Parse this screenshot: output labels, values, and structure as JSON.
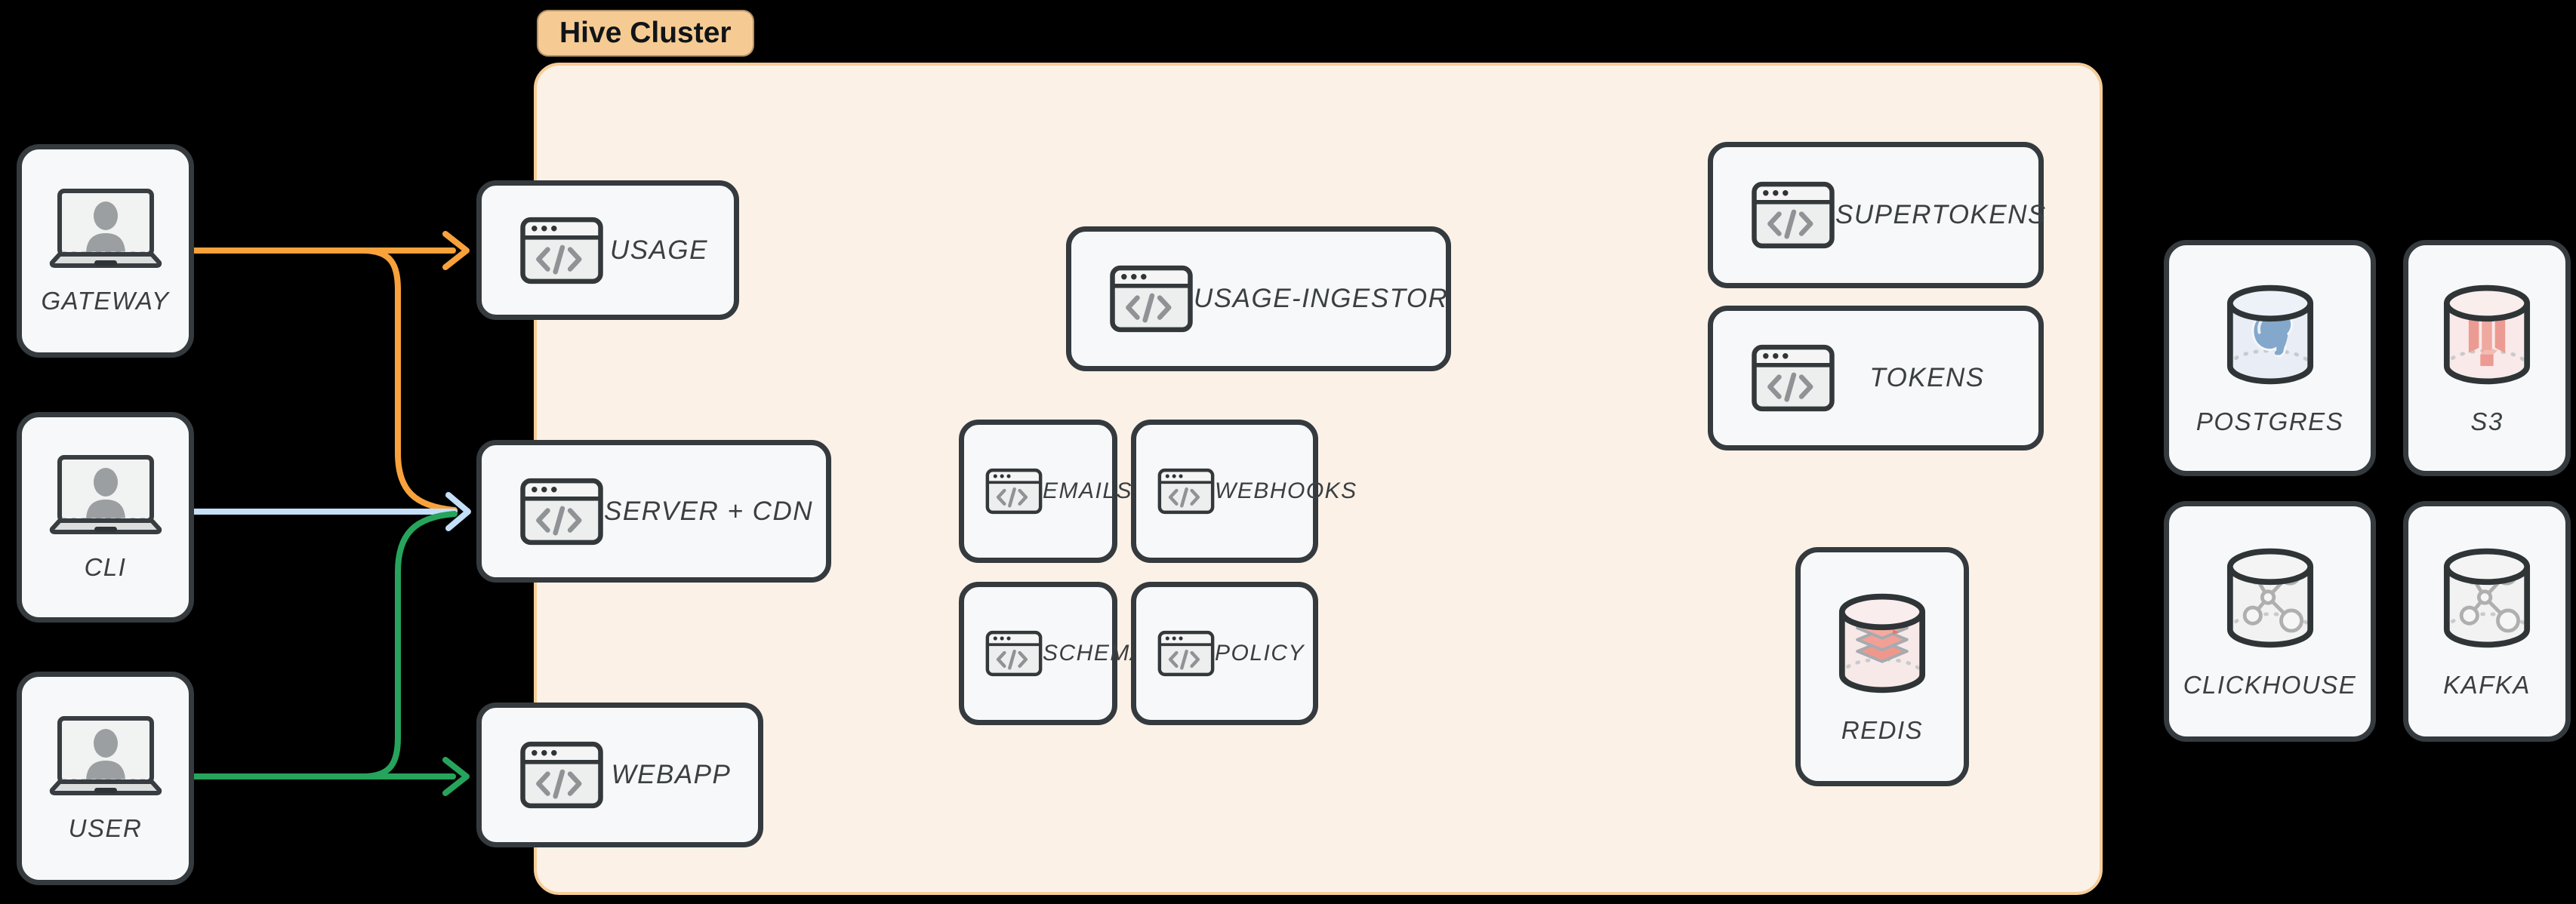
{
  "cluster": {
    "label": "Hive Cluster",
    "badge_bg": "#F6CB93",
    "fill": "#FCF1E7",
    "border": "#F7CD97"
  },
  "colors": {
    "background": "#000000",
    "node_fill": "#F7F8F9",
    "node_border": "#343A3E",
    "label_text": "#3A3F42",
    "edge_gateway": "#F9A23B",
    "edge_cli": "#C4DFF8",
    "edge_user": "#26A45C"
  },
  "actors": {
    "gateway": {
      "label": "GATEWAY",
      "icon": "laptop-user-icon"
    },
    "cli": {
      "label": "CLI",
      "icon": "laptop-user-icon"
    },
    "user": {
      "label": "USER",
      "icon": "laptop-user-icon"
    }
  },
  "services": {
    "usage": {
      "label": "USAGE",
      "icon": "code-window-icon"
    },
    "server_cdn": {
      "label": "SERVER + CDN",
      "icon": "code-window-icon"
    },
    "webapp": {
      "label": "WEBAPP",
      "icon": "code-window-icon"
    },
    "usage_ingestor": {
      "label": "USAGE-INGESTOR",
      "icon": "code-window-icon"
    },
    "emails": {
      "label": "EMAILS",
      "icon": "code-window-icon"
    },
    "webhooks": {
      "label": "WEBHOOKS",
      "icon": "code-window-icon"
    },
    "schema": {
      "label": "SCHEMA",
      "icon": "code-window-icon"
    },
    "policy": {
      "label": "POLICY",
      "icon": "code-window-icon"
    },
    "supertokens": {
      "label": "SUPERTOKENS",
      "icon": "code-window-icon"
    },
    "tokens": {
      "label": "TOKENS",
      "icon": "code-window-icon"
    },
    "redis": {
      "label": "REDIS",
      "icon": "redis-database-icon"
    }
  },
  "datastores": {
    "postgres": {
      "label": "POSTGRES",
      "icon": "postgres-database-icon"
    },
    "s3": {
      "label": "S3",
      "icon": "s3-database-icon"
    },
    "clickhouse": {
      "label": "CLICKHOUSE",
      "icon": "clickhouse-database-icon"
    },
    "kafka": {
      "label": "KAFKA",
      "icon": "kafka-database-icon"
    }
  },
  "edges": [
    {
      "from": "GATEWAY",
      "to": "USAGE",
      "color": "#F9A23B"
    },
    {
      "from": "GATEWAY",
      "to": "SERVER + CDN",
      "color": "#F9A23B"
    },
    {
      "from": "CLI",
      "to": "SERVER + CDN",
      "color": "#C4DFF8"
    },
    {
      "from": "USER",
      "to": "SERVER + CDN",
      "color": "#26A45C"
    },
    {
      "from": "USER",
      "to": "WEBAPP",
      "color": "#26A45C"
    }
  ]
}
